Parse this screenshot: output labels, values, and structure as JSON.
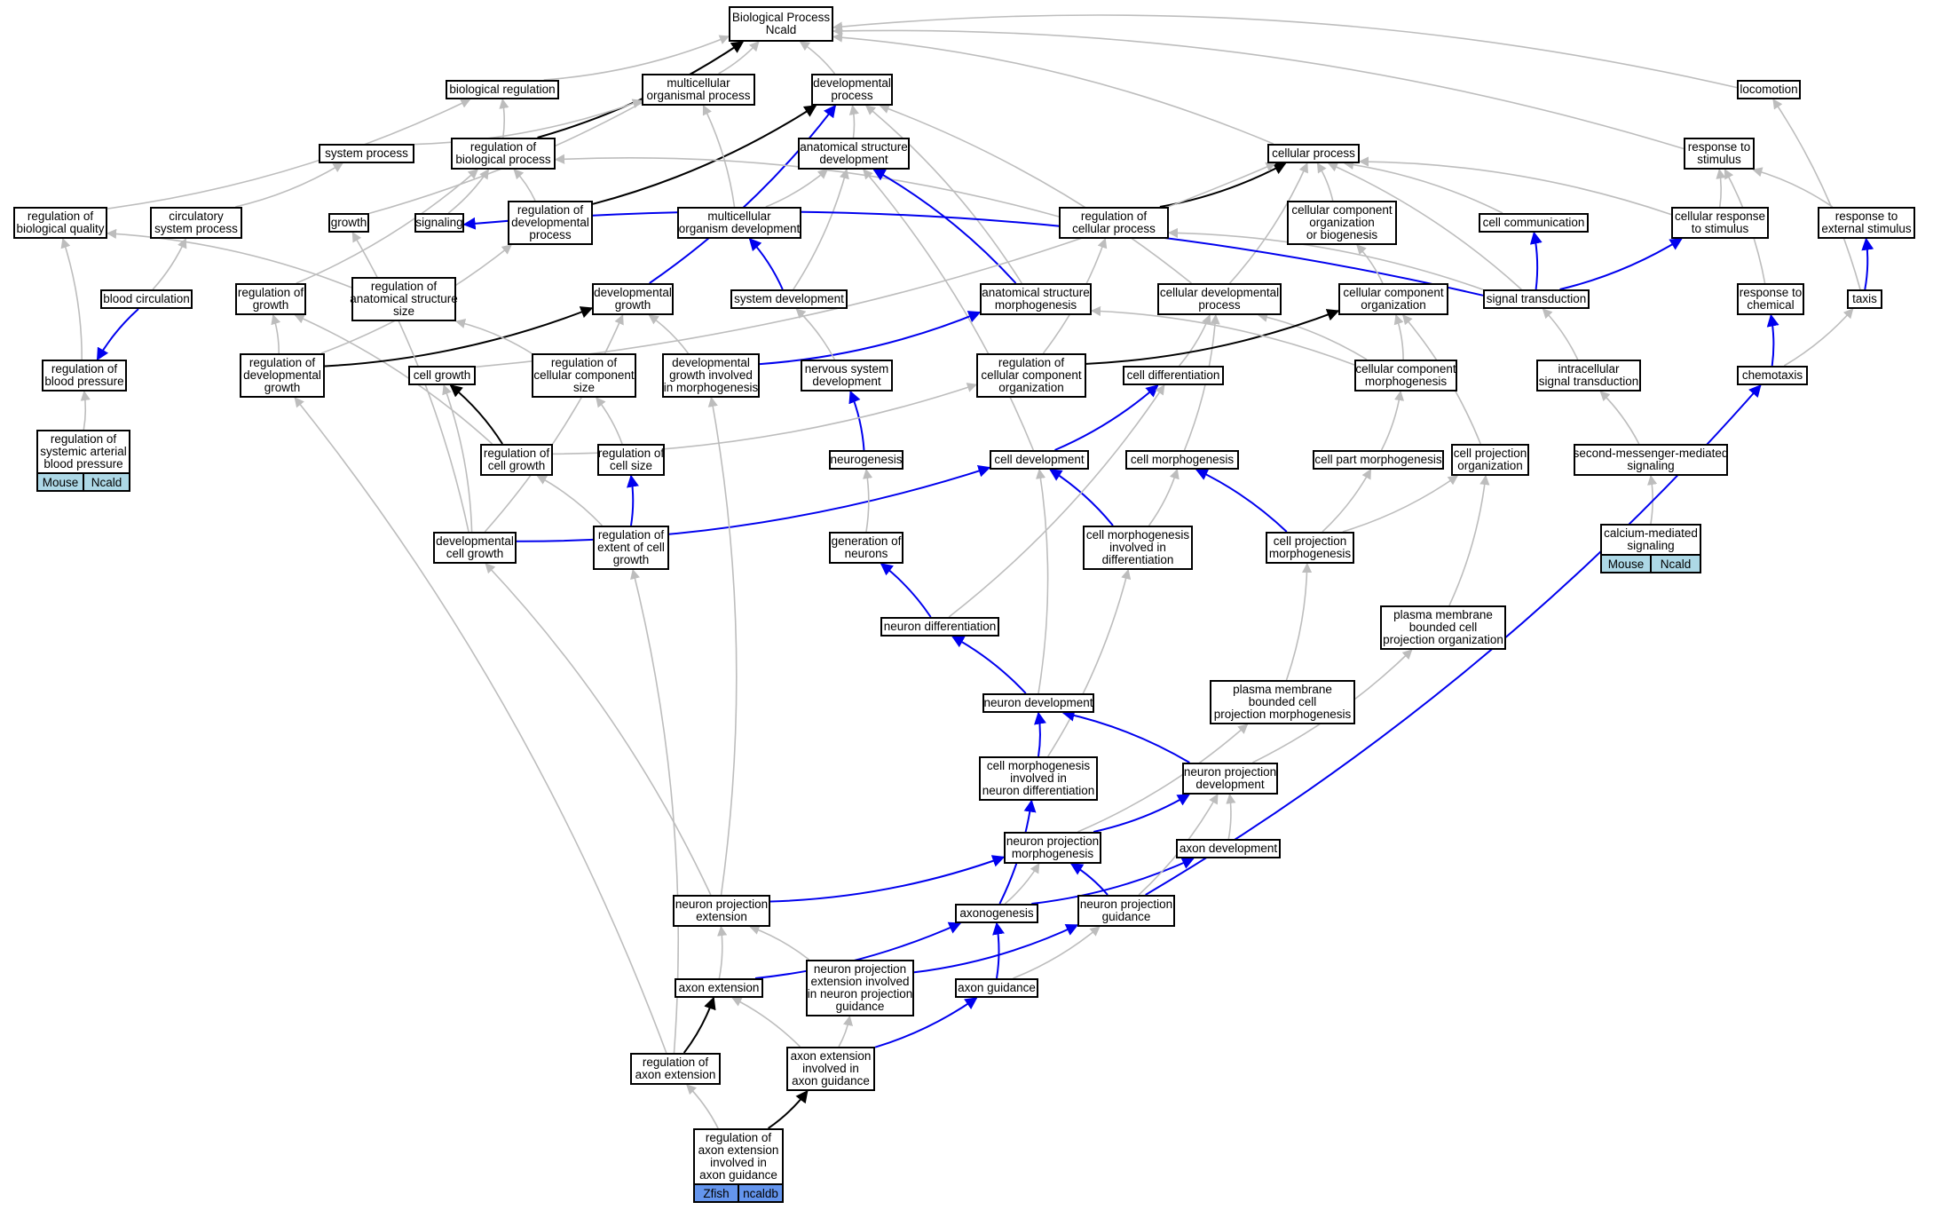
{
  "colors": {
    "inherited_edge": "#bdbdbd",
    "is_a_edge": "#000000",
    "regulates_edge": "#0000ee",
    "mouse_tag": "#add8e6",
    "zfish_tag": "#6495ed"
  },
  "nodes": [
    {
      "id": "bp",
      "lines": [
        "Biological Process",
        "Ncald"
      ]
    },
    {
      "id": "breg",
      "lines": [
        "biological regulation"
      ]
    },
    {
      "id": "mop",
      "lines": [
        "multicellular",
        "organismal process"
      ]
    },
    {
      "id": "devp",
      "lines": [
        "developmental",
        "process"
      ]
    },
    {
      "id": "loco",
      "lines": [
        "locomotion"
      ]
    },
    {
      "id": "sysp",
      "lines": [
        "system process"
      ]
    },
    {
      "id": "rbp",
      "lines": [
        "regulation of",
        "biological process"
      ]
    },
    {
      "id": "asd",
      "lines": [
        "anatomical structure",
        "development"
      ]
    },
    {
      "id": "cellp",
      "lines": [
        "cellular process"
      ]
    },
    {
      "id": "rts",
      "lines": [
        "response to",
        "stimulus"
      ]
    },
    {
      "id": "rbq",
      "lines": [
        "regulation of",
        "biological quality"
      ]
    },
    {
      "id": "csp",
      "lines": [
        "circulatory",
        "system process"
      ]
    },
    {
      "id": "growth",
      "lines": [
        "growth"
      ]
    },
    {
      "id": "signaling",
      "lines": [
        "signaling"
      ]
    },
    {
      "id": "rdp",
      "lines": [
        "regulation of",
        "developmental",
        "process"
      ]
    },
    {
      "id": "mod",
      "lines": [
        "multicellular",
        "organism development"
      ]
    },
    {
      "id": "rcp",
      "lines": [
        "regulation of",
        "cellular process"
      ]
    },
    {
      "id": "ccob",
      "lines": [
        "cellular component",
        "organization",
        "or biogenesis"
      ]
    },
    {
      "id": "ccomm",
      "lines": [
        "cell communication"
      ]
    },
    {
      "id": "crs",
      "lines": [
        "cellular response",
        "to stimulus"
      ]
    },
    {
      "id": "res",
      "lines": [
        "response to",
        "external stimulus"
      ]
    },
    {
      "id": "bc",
      "lines": [
        "blood circulation"
      ]
    },
    {
      "id": "rg",
      "lines": [
        "regulation of",
        "growth"
      ]
    },
    {
      "id": "rass",
      "lines": [
        "regulation of",
        "anatomical structure",
        "size"
      ]
    },
    {
      "id": "dg",
      "lines": [
        "developmental",
        "growth"
      ]
    },
    {
      "id": "sd",
      "lines": [
        "system development"
      ]
    },
    {
      "id": "asm",
      "lines": [
        "anatomical structure",
        "morphogenesis"
      ]
    },
    {
      "id": "cdp",
      "lines": [
        "cellular developmental",
        "process"
      ]
    },
    {
      "id": "cco",
      "lines": [
        "cellular component",
        "organization"
      ]
    },
    {
      "id": "st",
      "lines": [
        "signal transduction"
      ]
    },
    {
      "id": "rtc",
      "lines": [
        "response to",
        "chemical"
      ]
    },
    {
      "id": "taxis",
      "lines": [
        "taxis"
      ]
    },
    {
      "id": "rbpr",
      "lines": [
        "regulation of",
        "blood pressure"
      ]
    },
    {
      "id": "rdg",
      "lines": [
        "regulation of",
        "developmental",
        "growth"
      ]
    },
    {
      "id": "cg",
      "lines": [
        "cell growth"
      ]
    },
    {
      "id": "rccs",
      "lines": [
        "regulation of",
        "cellular component",
        "size"
      ]
    },
    {
      "id": "dgim",
      "lines": [
        "developmental",
        "growth involved",
        "in morphogenesis"
      ]
    },
    {
      "id": "nsd",
      "lines": [
        "nervous system",
        "development"
      ]
    },
    {
      "id": "rcco",
      "lines": [
        "regulation of",
        "cellular component",
        "organization"
      ]
    },
    {
      "id": "cdiff",
      "lines": [
        "cell differentiation"
      ]
    },
    {
      "id": "ccm",
      "lines": [
        "cellular component",
        "morphogenesis"
      ]
    },
    {
      "id": "ist",
      "lines": [
        "intracellular",
        "signal transduction"
      ]
    },
    {
      "id": "chemo",
      "lines": [
        "chemotaxis"
      ]
    },
    {
      "id": "rsabp",
      "lines": [
        "regulation of",
        "systemic arterial",
        "blood pressure"
      ]
    },
    {
      "id": "rcg",
      "lines": [
        "regulation of",
        "cell growth"
      ]
    },
    {
      "id": "rcs",
      "lines": [
        "regulation of",
        "cell size"
      ]
    },
    {
      "id": "neurog",
      "lines": [
        "neurogenesis"
      ]
    },
    {
      "id": "cdev",
      "lines": [
        "cell development"
      ]
    },
    {
      "id": "cmorph",
      "lines": [
        "cell morphogenesis"
      ]
    },
    {
      "id": "cpm",
      "lines": [
        "cell part morphogenesis"
      ]
    },
    {
      "id": "cpo",
      "lines": [
        "cell projection",
        "organization"
      ]
    },
    {
      "id": "smms",
      "lines": [
        "second-messenger-mediated",
        "signaling"
      ]
    },
    {
      "id": "dcg",
      "lines": [
        "developmental",
        "cell growth"
      ]
    },
    {
      "id": "recg",
      "lines": [
        "regulation of",
        "extent of cell",
        "growth"
      ]
    },
    {
      "id": "gon",
      "lines": [
        "generation of",
        "neurons"
      ]
    },
    {
      "id": "cmid",
      "lines": [
        "cell morphogenesis",
        "involved in",
        "differentiation"
      ]
    },
    {
      "id": "cpmorph",
      "lines": [
        "cell projection",
        "morphogenesis"
      ]
    },
    {
      "id": "cms",
      "lines": [
        "calcium-mediated",
        "signaling"
      ]
    },
    {
      "id": "pmbcpo",
      "lines": [
        "plasma membrane",
        "bounded cell",
        "projection organization"
      ]
    },
    {
      "id": "ndiff",
      "lines": [
        "neuron differentiation"
      ]
    },
    {
      "id": "pmbcpm",
      "lines": [
        "plasma membrane",
        "bounded cell",
        "projection morphogenesis"
      ]
    },
    {
      "id": "ndev",
      "lines": [
        "neuron development"
      ]
    },
    {
      "id": "cmind",
      "lines": [
        "cell morphogenesis",
        "involved in",
        "neuron differentiation"
      ]
    },
    {
      "id": "npd",
      "lines": [
        "neuron projection",
        "development"
      ]
    },
    {
      "id": "npm",
      "lines": [
        "neuron projection",
        "morphogenesis"
      ]
    },
    {
      "id": "axdev",
      "lines": [
        "axon development"
      ]
    },
    {
      "id": "npe",
      "lines": [
        "neuron projection",
        "extension"
      ]
    },
    {
      "id": "axg",
      "lines": [
        "axonogenesis"
      ]
    },
    {
      "id": "npg",
      "lines": [
        "neuron projection",
        "guidance"
      ]
    },
    {
      "id": "axe",
      "lines": [
        "axon extension"
      ]
    },
    {
      "id": "npeinpg",
      "lines": [
        "neuron projection",
        "extension involved",
        "in neuron projection",
        "guidance"
      ]
    },
    {
      "id": "axgd",
      "lines": [
        "axon guidance"
      ]
    },
    {
      "id": "rae",
      "lines": [
        "regulation of",
        "axon extension"
      ]
    },
    {
      "id": "aeiag",
      "lines": [
        "axon extension",
        "involved in",
        "axon guidance"
      ]
    },
    {
      "id": "raeiag",
      "lines": [
        "regulation of",
        "axon extension",
        "involved in",
        "axon guidance"
      ]
    }
  ],
  "tags": [
    {
      "node": "rsabp",
      "labels": [
        "Mouse",
        "Ncald"
      ],
      "color": "#add8e6"
    },
    {
      "node": "cms",
      "labels": [
        "Mouse",
        "Ncald"
      ],
      "color": "#add8e6"
    },
    {
      "node": "raeiag",
      "labels": [
        "Zfish",
        "ncaldb"
      ],
      "color": "#6495ed"
    }
  ],
  "edges": [
    [
      "breg",
      "bp",
      "g"
    ],
    [
      "mop",
      "bp",
      "g"
    ],
    [
      "devp",
      "bp",
      "g"
    ],
    [
      "loco",
      "bp",
      "g"
    ],
    [
      "cellp",
      "bp",
      "g"
    ],
    [
      "rts",
      "bp",
      "g"
    ],
    [
      "growth",
      "bp",
      "g"
    ],
    [
      "rbp",
      "bp",
      "k"
    ],
    [
      "rbp",
      "breg",
      "g"
    ],
    [
      "rbq",
      "breg",
      "g"
    ],
    [
      "sysp",
      "mop",
      "g"
    ],
    [
      "asd",
      "devp",
      "g"
    ],
    [
      "rdp",
      "devp",
      "k"
    ],
    [
      "dg",
      "devp",
      "b"
    ],
    [
      "asm",
      "devp",
      "g"
    ],
    [
      "cdp",
      "devp",
      "g"
    ],
    [
      "csp",
      "sysp",
      "g"
    ],
    [
      "rdp",
      "rbp",
      "g"
    ],
    [
      "rcp",
      "rbp",
      "g"
    ],
    [
      "signaling",
      "rbp",
      "g"
    ],
    [
      "rg",
      "rbp",
      "g"
    ],
    [
      "mod",
      "asd",
      "g"
    ],
    [
      "sd",
      "asd",
      "g"
    ],
    [
      "asm",
      "asd",
      "b"
    ],
    [
      "cdev",
      "asd",
      "g"
    ],
    [
      "rcp",
      "cellp",
      "k"
    ],
    [
      "ccob",
      "cellp",
      "g"
    ],
    [
      "ccomm",
      "cellp",
      "g"
    ],
    [
      "crs",
      "cellp",
      "g"
    ],
    [
      "cdp",
      "cellp",
      "g"
    ],
    [
      "st",
      "cellp",
      "g"
    ],
    [
      "cg",
      "cellp",
      "g"
    ],
    [
      "crs",
      "rts",
      "g"
    ],
    [
      "res",
      "rts",
      "g"
    ],
    [
      "rtc",
      "rts",
      "g"
    ],
    [
      "st",
      "signaling",
      "b"
    ],
    [
      "sd",
      "mod",
      "b"
    ],
    [
      "mod",
      "mop",
      "g"
    ],
    [
      "st",
      "rcp",
      "g"
    ],
    [
      "rcco",
      "rcp",
      "g"
    ],
    [
      "st",
      "ccomm",
      "b"
    ],
    [
      "st",
      "crs",
      "b"
    ],
    [
      "taxis",
      "res",
      "b"
    ],
    [
      "cco",
      "ccob",
      "g"
    ],
    [
      "bc",
      "csp",
      "g"
    ],
    [
      "rbpr",
      "rbq",
      "g"
    ],
    [
      "rass",
      "rbq",
      "g"
    ],
    [
      "rdg",
      "rg",
      "g"
    ],
    [
      "rcg",
      "rg",
      "g"
    ],
    [
      "rdg",
      "dg",
      "k"
    ],
    [
      "dcg",
      "dg",
      "g"
    ],
    [
      "dgim",
      "dg",
      "g"
    ],
    [
      "dgim",
      "asm",
      "b"
    ],
    [
      "nsd",
      "sd",
      "g"
    ],
    [
      "cdiff",
      "cdp",
      "g"
    ],
    [
      "ccm",
      "cdp",
      "g"
    ],
    [
      "cmorph",
      "cdp",
      "g"
    ],
    [
      "rcco",
      "cco",
      "k"
    ],
    [
      "ccm",
      "cco",
      "g"
    ],
    [
      "cpo",
      "cco",
      "g"
    ],
    [
      "ist",
      "st",
      "g"
    ],
    [
      "chemo",
      "rtc",
      "b"
    ],
    [
      "chemo",
      "taxis",
      "g"
    ],
    [
      "taxis",
      "loco",
      "g"
    ],
    [
      "bc",
      "rbpr",
      "b"
    ],
    [
      "rsabp",
      "rbpr",
      "g"
    ],
    [
      "rcg",
      "cg",
      "k"
    ],
    [
      "rcs",
      "rccs",
      "g"
    ],
    [
      "dcg",
      "growth",
      "g"
    ],
    [
      "rdg",
      "rdp",
      "g"
    ],
    [
      "rccs",
      "rass",
      "g"
    ],
    [
      "ccm",
      "asm",
      "g"
    ],
    [
      "neurog",
      "nsd",
      "b"
    ],
    [
      "cdev",
      "cdiff",
      "b"
    ],
    [
      "cpm",
      "ccm",
      "g"
    ],
    [
      "smms",
      "ist",
      "g"
    ],
    [
      "rcg",
      "rcco",
      "g"
    ],
    [
      "recg",
      "rcs",
      "b"
    ],
    [
      "recg",
      "rcg",
      "g"
    ],
    [
      "dcg",
      "cdev",
      "b"
    ],
    [
      "dcg",
      "cg",
      "g"
    ],
    [
      "gon",
      "neurog",
      "g"
    ],
    [
      "cmid",
      "cdev",
      "b"
    ],
    [
      "cmid",
      "cmorph",
      "g"
    ],
    [
      "cpmorph",
      "cmorph",
      "b"
    ],
    [
      "cpmorph",
      "cpm",
      "g"
    ],
    [
      "cpmorph",
      "cpo",
      "g"
    ],
    [
      "cms",
      "smms",
      "g"
    ],
    [
      "pmbcpo",
      "cpo",
      "g"
    ],
    [
      "ndiff",
      "gon",
      "b"
    ],
    [
      "ndiff",
      "cdiff",
      "g"
    ],
    [
      "pmbcpm",
      "cpmorph",
      "g"
    ],
    [
      "ndev",
      "ndiff",
      "b"
    ],
    [
      "ndev",
      "cdev",
      "g"
    ],
    [
      "cmind",
      "ndev",
      "b"
    ],
    [
      "cmind",
      "cmid",
      "g"
    ],
    [
      "npd",
      "ndev",
      "b"
    ],
    [
      "npd",
      "pmbcpo",
      "g"
    ],
    [
      "npm",
      "npd",
      "b"
    ],
    [
      "npm",
      "pmbcpm",
      "g"
    ],
    [
      "axdev",
      "npd",
      "g"
    ],
    [
      "npe",
      "npm",
      "b"
    ],
    [
      "npe",
      "dgim",
      "g"
    ],
    [
      "npe",
      "dcg",
      "g"
    ],
    [
      "axg",
      "npm",
      "g"
    ],
    [
      "axg",
      "axdev",
      "b"
    ],
    [
      "axg",
      "cmind",
      "b"
    ],
    [
      "npg",
      "npm",
      "b"
    ],
    [
      "npg",
      "chemo",
      "b"
    ],
    [
      "npg",
      "npd",
      "g"
    ],
    [
      "axe",
      "npe",
      "g"
    ],
    [
      "axe",
      "axg",
      "b"
    ],
    [
      "npeinpg",
      "npe",
      "g"
    ],
    [
      "npeinpg",
      "npg",
      "b"
    ],
    [
      "axgd",
      "axg",
      "b"
    ],
    [
      "axgd",
      "npg",
      "g"
    ],
    [
      "rae",
      "axe",
      "k"
    ],
    [
      "rae",
      "recg",
      "g"
    ],
    [
      "rae",
      "rdg",
      "g"
    ],
    [
      "aeiag",
      "npeinpg",
      "g"
    ],
    [
      "aeiag",
      "axgd",
      "b"
    ],
    [
      "aeiag",
      "axe",
      "g"
    ],
    [
      "raeiag",
      "aeiag",
      "k"
    ],
    [
      "raeiag",
      "rae",
      "g"
    ]
  ]
}
